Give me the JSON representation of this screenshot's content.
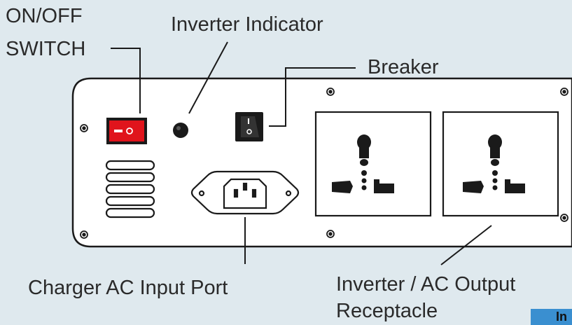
{
  "labels": {
    "on_off_line1": "ON/OFF",
    "on_off_line2": "SWITCH",
    "inverter_indicator": "Inverter Indicator",
    "breaker": "Breaker",
    "charger_input": "Charger AC Input Port",
    "output_line1": "Inverter / AC Output",
    "output_line2": "Receptacle"
  },
  "corner_tab": "In",
  "colors": {
    "background": "#dfe9ee",
    "panel": "#ffffff",
    "outline": "#1a1a1a",
    "switch_red": "#e0141c",
    "label_text": "#2a2a2a",
    "tab_blue": "#3a8fd0"
  }
}
